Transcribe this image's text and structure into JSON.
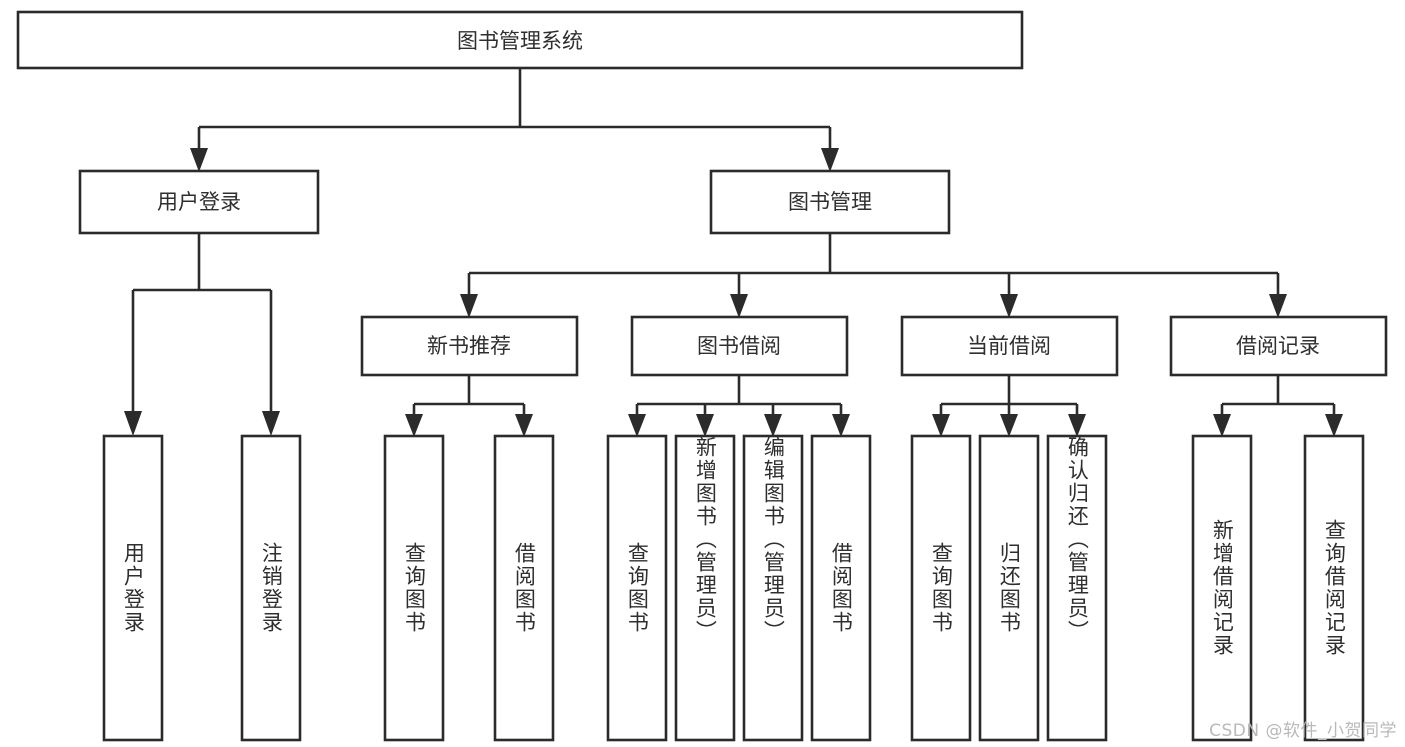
{
  "diagram": {
    "type": "hierarchy-tree",
    "title": "图书管理系统",
    "orientation": "top-down",
    "colors": {
      "box_stroke": "#2b2b2b",
      "box_fill": "#ffffff",
      "text": "#2f2f2f",
      "canvas": "#ffffff",
      "watermark": "#b9b9b9"
    },
    "nodes": {
      "root": {
        "label": "图书管理系统"
      },
      "level2": [
        {
          "id": "user-login",
          "label": "用户登录"
        },
        {
          "id": "book-manage",
          "label": "图书管理"
        }
      ],
      "level3": [
        {
          "id": "new-book-recommend",
          "label": "新书推荐"
        },
        {
          "id": "book-borrow",
          "label": "图书借阅"
        },
        {
          "id": "current-borrow",
          "label": "当前借阅"
        },
        {
          "id": "borrow-record",
          "label": "借阅记录"
        }
      ],
      "leaves": [
        {
          "id": "leaf-user-login",
          "label": "用户登录",
          "parent": "user-login"
        },
        {
          "id": "leaf-logout",
          "label": "注销登录",
          "parent": "user-login"
        },
        {
          "id": "leaf-query-book-1",
          "label": "查询图书",
          "parent": "new-book-recommend"
        },
        {
          "id": "leaf-borrow-book-1",
          "label": "借阅图书",
          "parent": "new-book-recommend"
        },
        {
          "id": "leaf-query-book-2",
          "label": "查询图书",
          "parent": "book-borrow"
        },
        {
          "id": "leaf-add-book",
          "label": "新增图书（管理员）",
          "parent": "book-borrow"
        },
        {
          "id": "leaf-edit-book",
          "label": "编辑图书（管理员）",
          "parent": "book-borrow"
        },
        {
          "id": "leaf-borrow-book-2",
          "label": "借阅图书",
          "parent": "book-borrow"
        },
        {
          "id": "leaf-query-book-3",
          "label": "查询图书",
          "parent": "current-borrow"
        },
        {
          "id": "leaf-return-book",
          "label": "归还图书",
          "parent": "current-borrow"
        },
        {
          "id": "leaf-confirm-return",
          "label": "确认归还（管理员）",
          "parent": "current-borrow"
        },
        {
          "id": "leaf-add-record",
          "label": "新增借阅记录",
          "parent": "borrow-record"
        },
        {
          "id": "leaf-query-record",
          "label": "查询借阅记录",
          "parent": "borrow-record"
        }
      ]
    }
  },
  "watermark": {
    "text": "CSDN @软件_小贺同学"
  }
}
